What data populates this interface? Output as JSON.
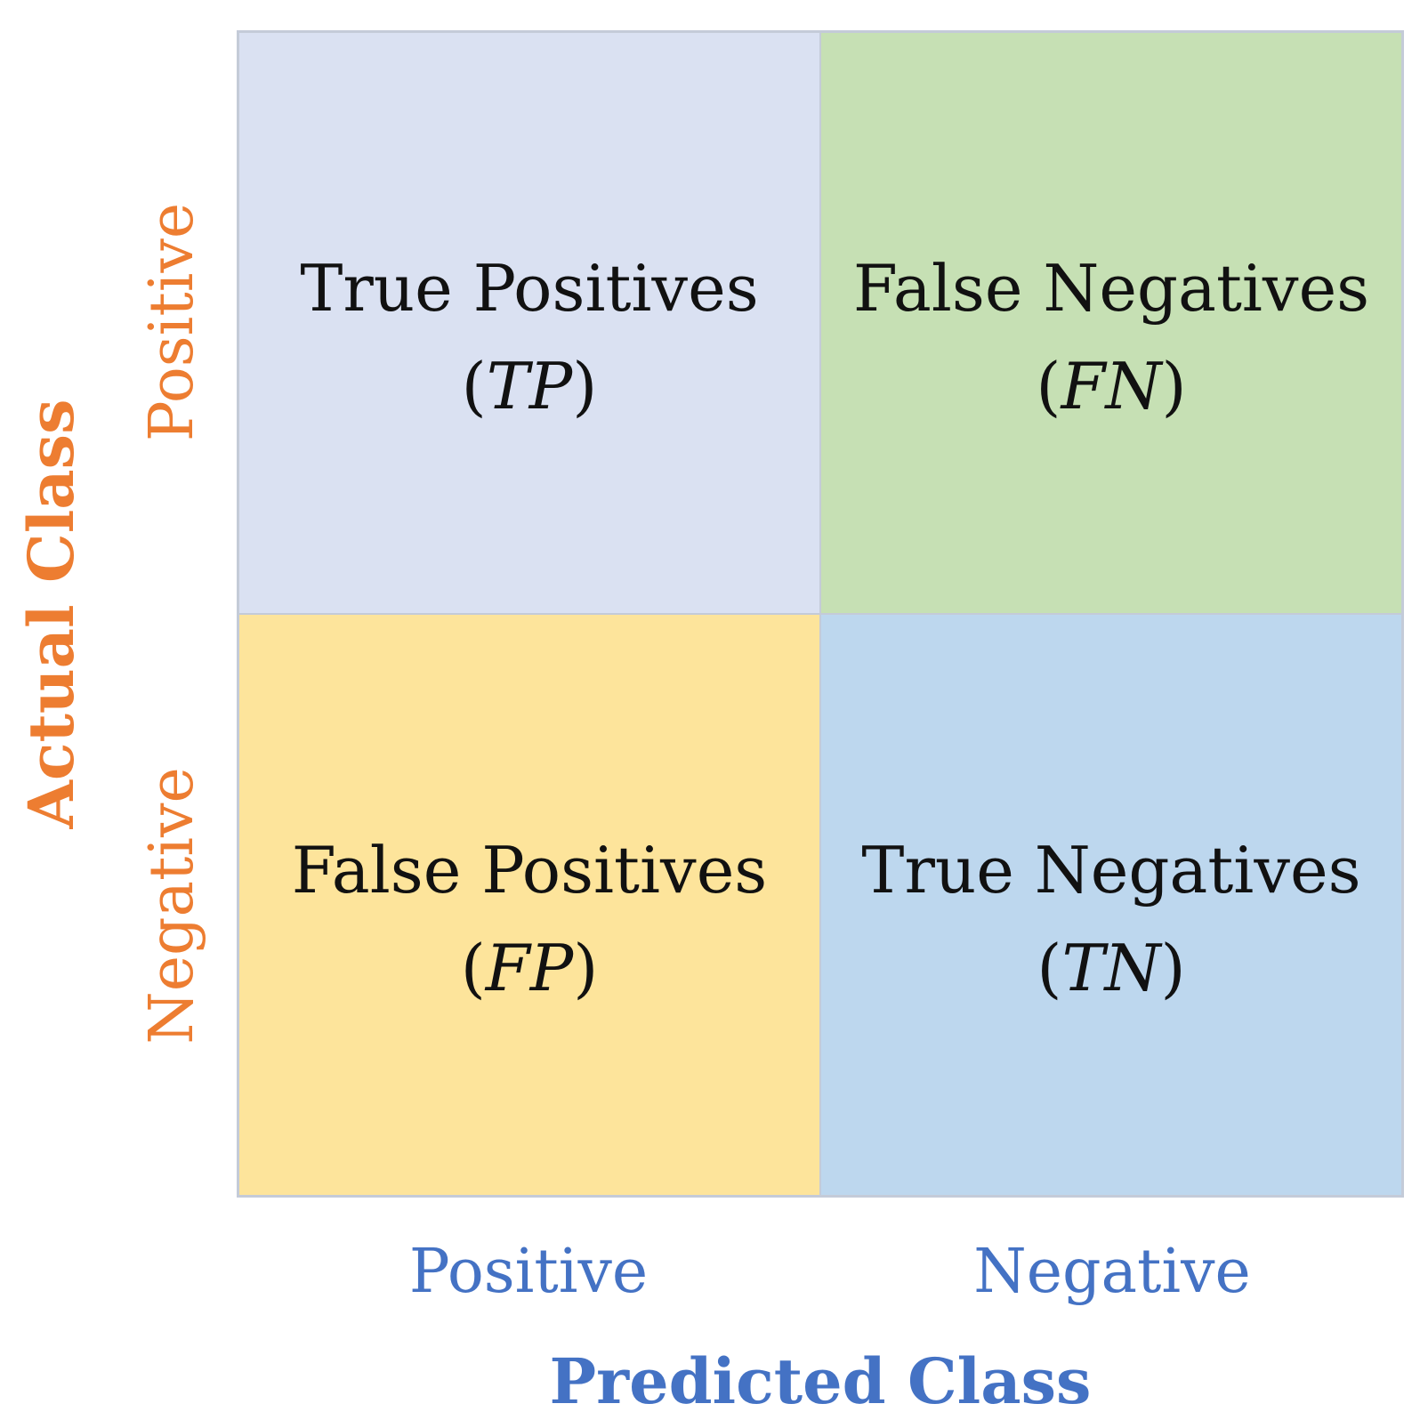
{
  "colors": {
    "tp_fill": "#dae1f2",
    "fn_fill": "#c6e0b4",
    "fp_fill": "#fde49b",
    "tn_fill": "#bdd7ee",
    "actual_axis": "#ed7d31",
    "predicted_axis": "#4472c4",
    "grid_border": "#c4cbd8"
  },
  "matrix": {
    "cells": [
      {
        "name": "True Positives",
        "open": "(",
        "abbr": "TP",
        "close": ")"
      },
      {
        "name": "False Negatives",
        "open": "(",
        "abbr": "FN",
        "close": ")"
      },
      {
        "name": "False Positives",
        "open": "(",
        "abbr": "FP",
        "close": ")"
      },
      {
        "name": "True Negatives",
        "open": "(",
        "abbr": "TN",
        "close": ")"
      }
    ]
  },
  "axes": {
    "actual": {
      "title": "Actual Class",
      "categories": [
        "Positive",
        "Negative"
      ]
    },
    "predicted": {
      "title": "Predicted Class",
      "categories": [
        "Positive",
        "Negative"
      ]
    }
  }
}
